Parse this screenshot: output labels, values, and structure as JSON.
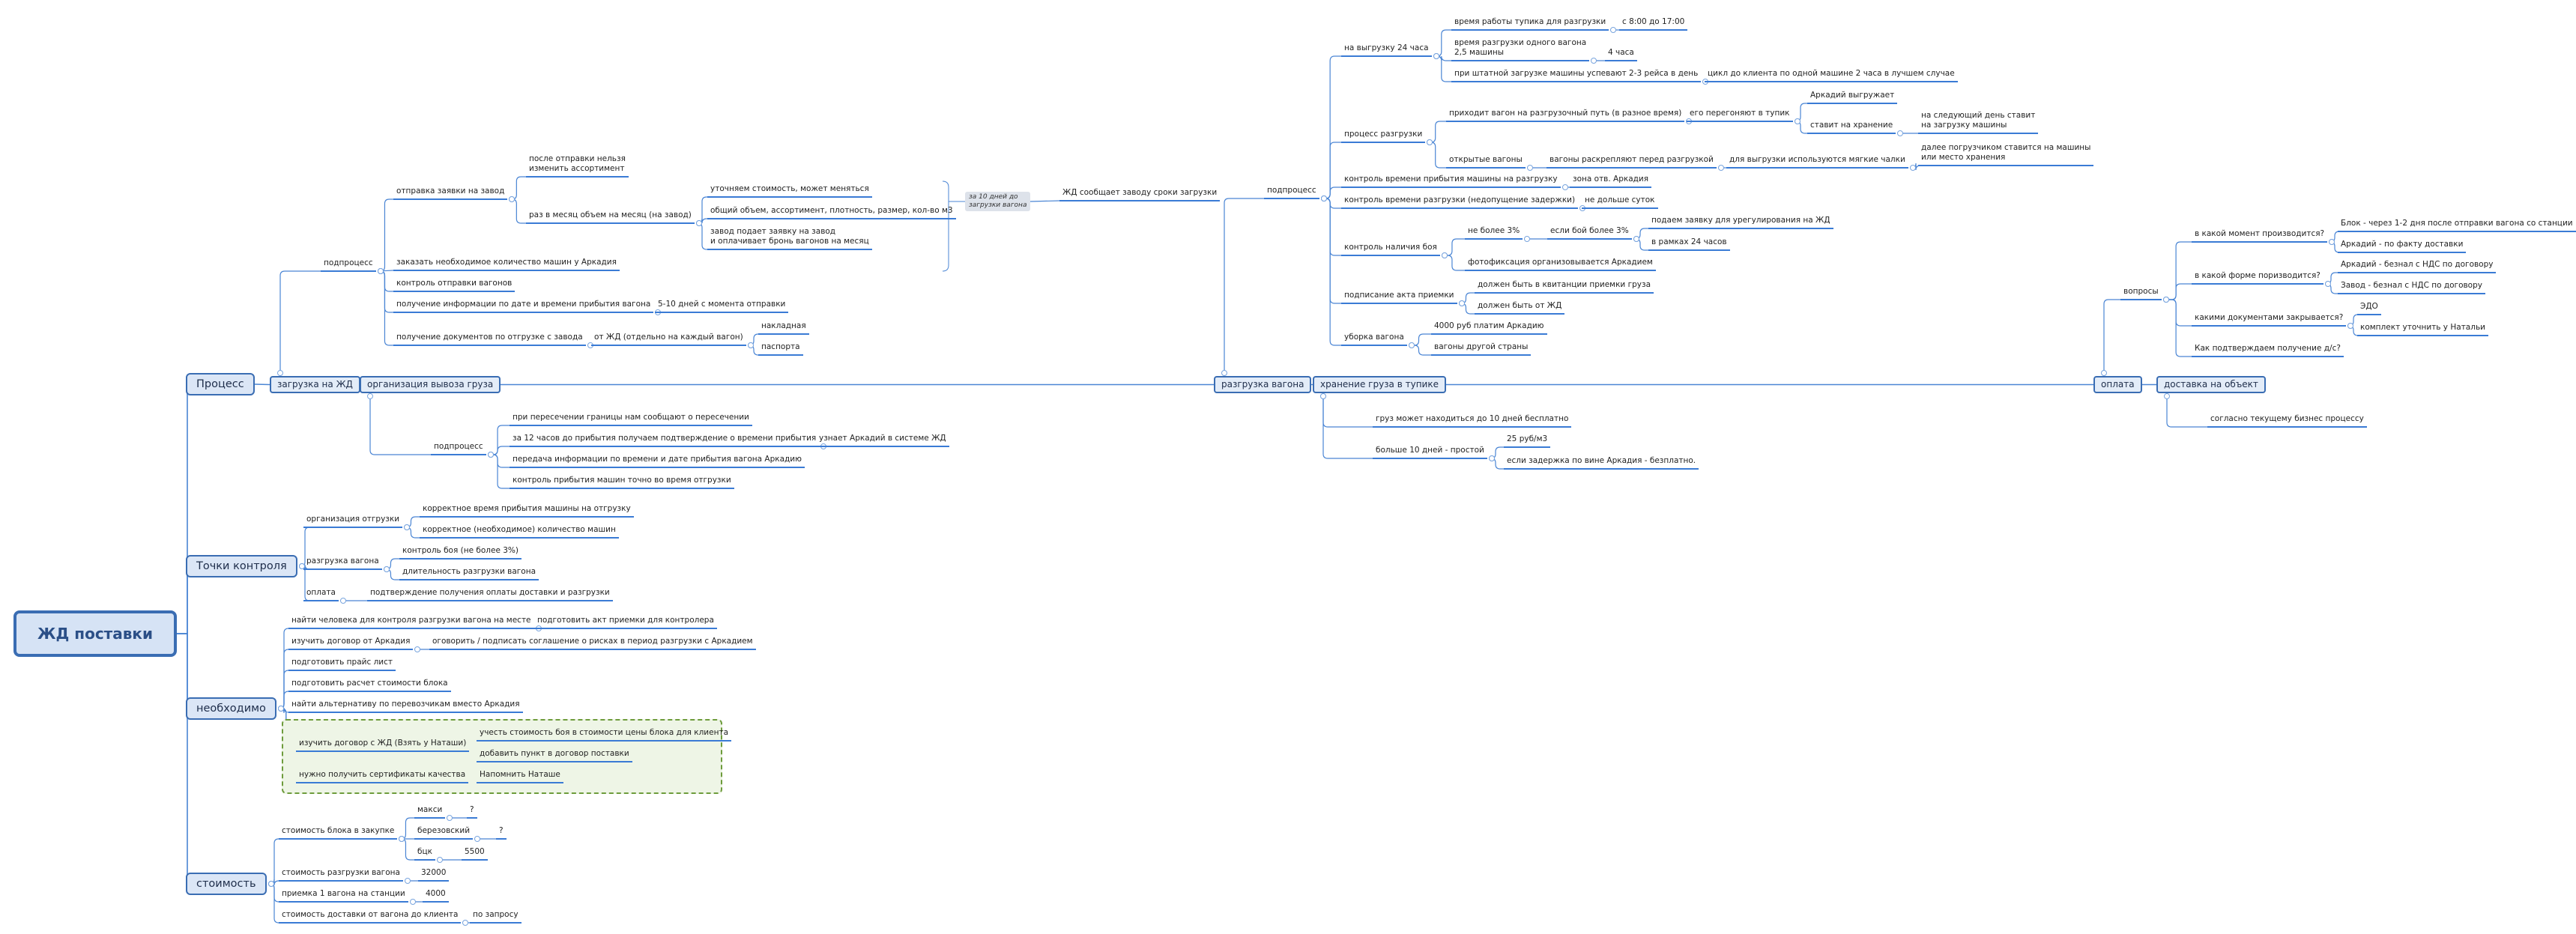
{
  "root": {
    "label": "ЖД поставки"
  },
  "main": {
    "process": "Процесс",
    "control": "Точки контроля",
    "needed": "необходимо",
    "cost": "стоимость"
  },
  "chain": {
    "load": "загрузка на ЖД",
    "org": "организация вывоза груза",
    "unload": "разгрузка вагона",
    "storage": "хранение груза в тупике",
    "payment": "оплата",
    "delivery": "доставка на объект"
  },
  "load": {
    "subprocess": "подпроцесс",
    "send_request": "отправка заявки на завод",
    "no_change": "после отправки нельзя\nизменить ассортимент",
    "monthly": "раз в месяц объем на месяц (на завод)",
    "clarify": "уточняем стоимость, может меняться",
    "volume": "общий объем, ассортимент, плотность, размер, кол-во м3",
    "factory_pays": "завод подает заявку на завод\nи оплачивает бронь вагонов на месяц",
    "summary": "за 10 дней до\nзагрузки вагона",
    "rzd_tells": "ЖД сообщает заводу сроки загрузки",
    "order_trucks": "заказать необходимое количество машин у Аркадия",
    "ctrl_wagons": "контроль отправки вагонов",
    "info_date": "получение информации по дате и времени прибытия вагона",
    "five_ten": "5-10 дней с момента отправки",
    "docs": "получение документов по отгрузке с завода",
    "from_rzd": "от ЖД (отдельно на каждый вагон)",
    "waybill": "накладная",
    "passport": "паспорта"
  },
  "org": {
    "subprocess": "подпроцесс",
    "border": "при пересечении границы нам сообщают о пересечении",
    "twelve": "за 12 часов до прибытия получаем подтверждение о времени прибытия",
    "arkady_learns": "узнает Аркадий в системе ЖД",
    "transfer": "передача информации по времени и дате прибытия вагона Аркадию",
    "ctrl_trucks": "контроль прибытия машин точно во время отгрузки"
  },
  "unload": {
    "subprocess": "подпроцесс",
    "load24": "на выгрузку 24 часа",
    "dead_hours": "время работы тупика для разгрузки",
    "hours": "с 8:00 до 17:00",
    "unload_time": "время разгрузки одного вагона\n2,5 машины",
    "four": "4 часа",
    "trips": "при штатной загрузке машины успевают 2-3 рейса в день",
    "cycle": "цикл до клиента по одной машине 2 часа в лучшем случае",
    "proc": "процесс разгрузки",
    "bring": "приходит вагон на разгрузочный путь (в разное время)",
    "moved": "его перегоняют в тупик",
    "arkady_unloads": "Аркадий выгружает",
    "storage_put": "ставит на хранение",
    "next_day": "на следующий день ставит\nна загрузку машины",
    "open_wagons": "открытые вагоны",
    "unfasten": "вагоны раскрепляют перед разгрузкой",
    "soft_slings": "для выгрузки используются мягкие чалки",
    "loaded_next": "далее погрузчиком ставится на машины\nили место хранения",
    "ctrl_arrival": "контроль времени прибытия машины на разгрузку",
    "zone": "зона отв. Аркадия",
    "ctrl_time": "контроль времени разгрузки (недопущение задержки)",
    "max_day": "не дольше суток",
    "ctrl_fight": "контроль наличия боя",
    "max3": "не более 3%",
    "if_more": "если бой более 3%",
    "claim": "подаем заявку для урегулирования на ЖД",
    "h24": "в рамках 24 часов",
    "photo": "фотофиксация организовывается Аркадием",
    "act": "подписание акта приемки",
    "in_receipt": "должен быть в квитанции приемки груза",
    "from_rzd": "должен быть от ЖД",
    "cleaning": "уборка вагона",
    "pay4000": "4000 руб платим Аркадию",
    "other_country": "вагоны другой страны"
  },
  "storage": {
    "free10": "груз может находиться до 10 дней бесплатно",
    "more10": "больше 10 дней - простой",
    "rate": "25 руб/м3",
    "free_delay": "если задержка по вине Аркадия - безплатно."
  },
  "payment": {
    "questions": "вопросы",
    "when": "в какой момент производится?",
    "block": "Блок - через 1-2 дня после отправки вагона со станции",
    "arkady_fact": "Аркадий - по факту доставки",
    "form": "в какой форме поризводится?",
    "arkady_vat": "Аркадий - безнал с НДС по договору",
    "factory_vat": "Завод - безнал с НДС по договору",
    "docs": "какими документами закрывается?",
    "edo": "ЭДО",
    "kit": "комплект уточнить у Натальи",
    "confirm": "Как подтверждаем получение д/с?",
    "delivery_per": "согласно текущему бизнес процессу"
  },
  "control": {
    "org_ship": "организация отгрузки",
    "correct_time": "корректное время прибытия машины на отгрузку",
    "correct_qty": "корректное (необходимое) количество машин",
    "unloading": "разгрузка вагона",
    "fight": "контроль боя (не более 3%)",
    "duration": "длительность разгрузки вагона",
    "pay": "оплата",
    "pay_confirm": "подтверждение получения оплаты доставки и разгрузки"
  },
  "needed": {
    "person": "найти человека для контроля разгрузки вагона на месте",
    "act": "подготовить акт приемки для контролера",
    "contract_ark": "изучить договор от Аркадия",
    "agree": "оговорить / подписать соглашение о рисках в период разгрузки с Аркадием",
    "price": "подготовить прайс лист",
    "calc": "подготовить расчет стоимости блока",
    "alt": "найти альтернативу по перевозчикам вместо Аркадия",
    "contract_rzd": "изучить договор с ЖД (Взять у Наташи)",
    "account": "учесть стоимость боя в стоимости цены блока для клиента",
    "add_clause": "добавить пункт в договор поставки",
    "certs": "нужно получить сертификаты качества",
    "remind": "Напомнить Наташе"
  },
  "cost": {
    "block_buy": "стоимость блока в закупке",
    "maxi": "макси",
    "q1": "?",
    "berez": "березовский",
    "q2": "?",
    "bts": "бцк",
    "p5500": "5500",
    "unload_cost": "стоимость разгрузки вагона",
    "p32000": "32000",
    "accept": "приемка 1 вагона на станции",
    "p4000": "4000",
    "delivery_cost": "стоимость доставки от вагона до клиента",
    "on_req": "по запросу"
  },
  "colors": {
    "accent": "#3a7bd5",
    "topic_fill": "#dbe6f6",
    "box_fill": "#eef5e6",
    "box_border": "#6e9c3c"
  }
}
